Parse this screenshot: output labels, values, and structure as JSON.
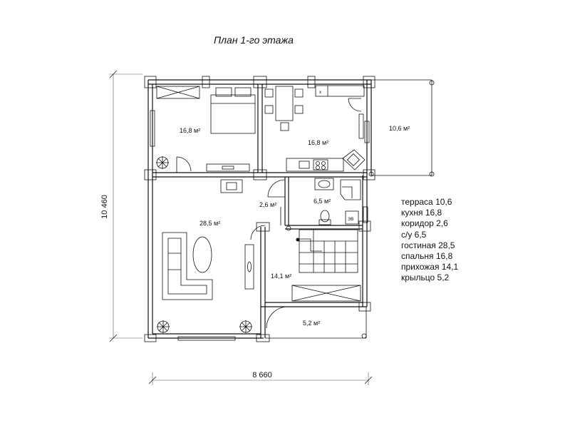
{
  "title": "План 1-го этажа",
  "dimensions": {
    "height": "10 460",
    "width": "8 660"
  },
  "rooms": [
    {
      "key": "bedroom",
      "area": "16,8 м²"
    },
    {
      "key": "kitchen",
      "area": "16,8 м²"
    },
    {
      "key": "terrace",
      "area": "10,6 м²"
    },
    {
      "key": "corridor",
      "area": "2,6 м²"
    },
    {
      "key": "wc",
      "area": "6,5 м²"
    },
    {
      "key": "living",
      "area": "28,5 м²"
    },
    {
      "key": "hall",
      "area": "14,1 м²"
    },
    {
      "key": "porch",
      "area": "5,2 м²"
    }
  ],
  "legend": [
    "терраса 10,6",
    "кухня 16,8",
    "коридор 2,6",
    "с/у 6,5",
    "гостиная 28,5",
    "спальня 16,8",
    "прихожая 14,1",
    "крыльцо 5,2"
  ],
  "boiler_label": "ЭВ"
}
